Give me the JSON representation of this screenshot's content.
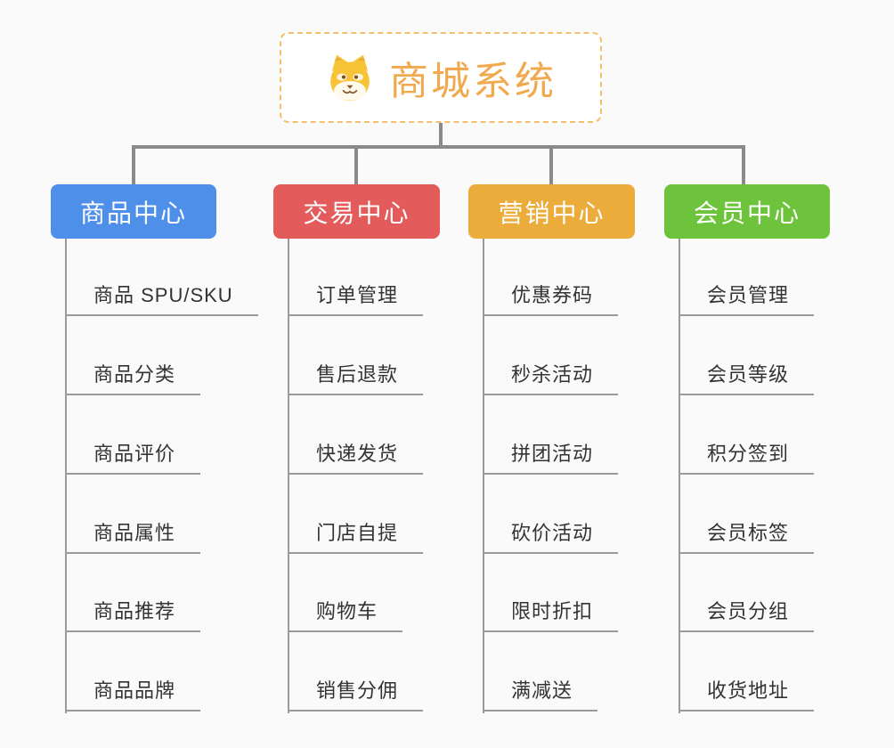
{
  "root": {
    "title": "商城系统",
    "icon": "dog-face-icon",
    "text_color": "#f1a94e",
    "border_color": "#f5c06b"
  },
  "connector_color": "#8a8a8a",
  "leaf_line_color": "#9a9a9a",
  "branches": [
    {
      "label": "商品中心",
      "color": "#4d8fe9",
      "items": [
        "商品 SPU/SKU",
        "商品分类",
        "商品评价",
        "商品属性",
        "商品推荐",
        "商品品牌"
      ]
    },
    {
      "label": "交易中心",
      "color": "#e45b5b",
      "items": [
        "订单管理",
        "售后退款",
        "快递发货",
        "门店自提",
        "购物车",
        "销售分佣"
      ]
    },
    {
      "label": "营销中心",
      "color": "#ebac3c",
      "items": [
        "优惠券码",
        "秒杀活动",
        "拼团活动",
        "砍价活动",
        "限时折扣",
        "满减送"
      ]
    },
    {
      "label": "会员中心",
      "color": "#6ec33c",
      "items": [
        "会员管理",
        "会员等级",
        "积分签到",
        "会员标签",
        "会员分组",
        "收货地址"
      ]
    }
  ]
}
